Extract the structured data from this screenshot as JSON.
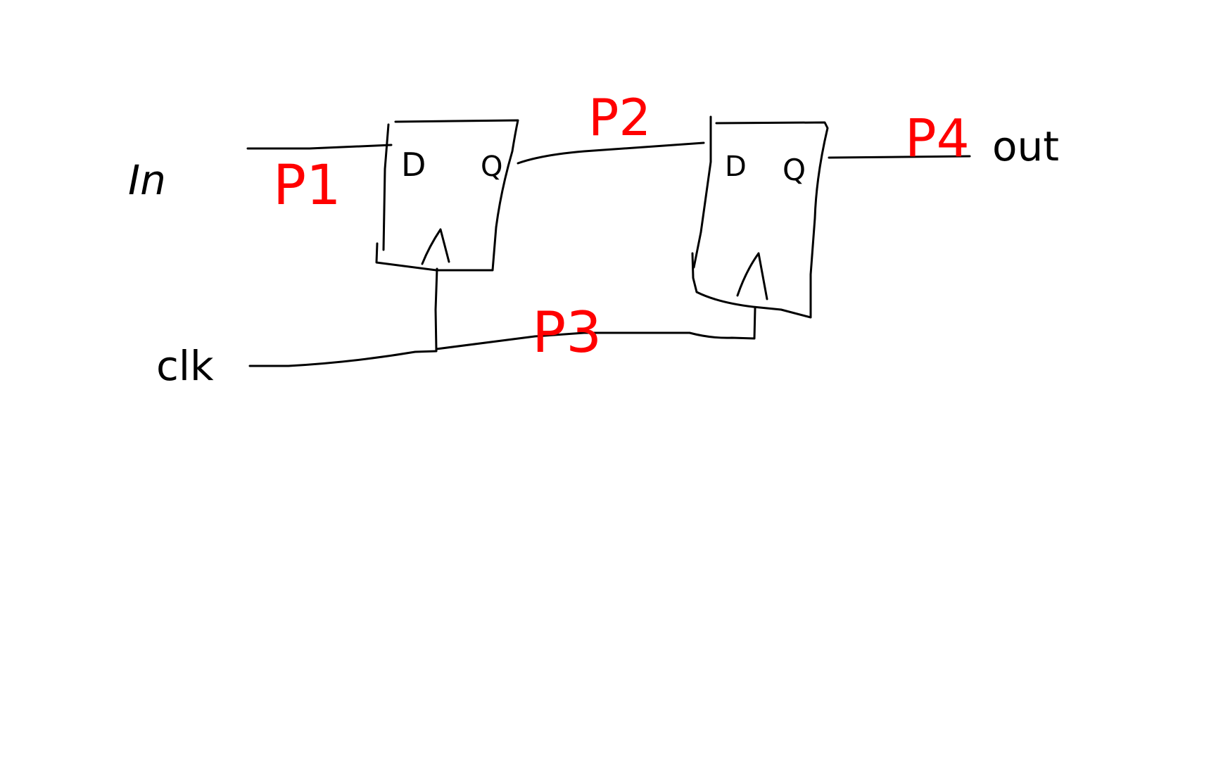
{
  "diagram": {
    "signals": {
      "input": "In",
      "clock": "clk",
      "output": "out"
    },
    "flip_flops": [
      {
        "d_label": "D",
        "q_label": "Q"
      },
      {
        "d_label": "D",
        "q_label": "Q"
      }
    ],
    "points": {
      "p1": "P1",
      "p2": "P2",
      "p3": "P3",
      "p4": "P4"
    },
    "colors": {
      "ink": "#000000",
      "annotation": "#ff0000",
      "background": "#ffffff"
    }
  }
}
